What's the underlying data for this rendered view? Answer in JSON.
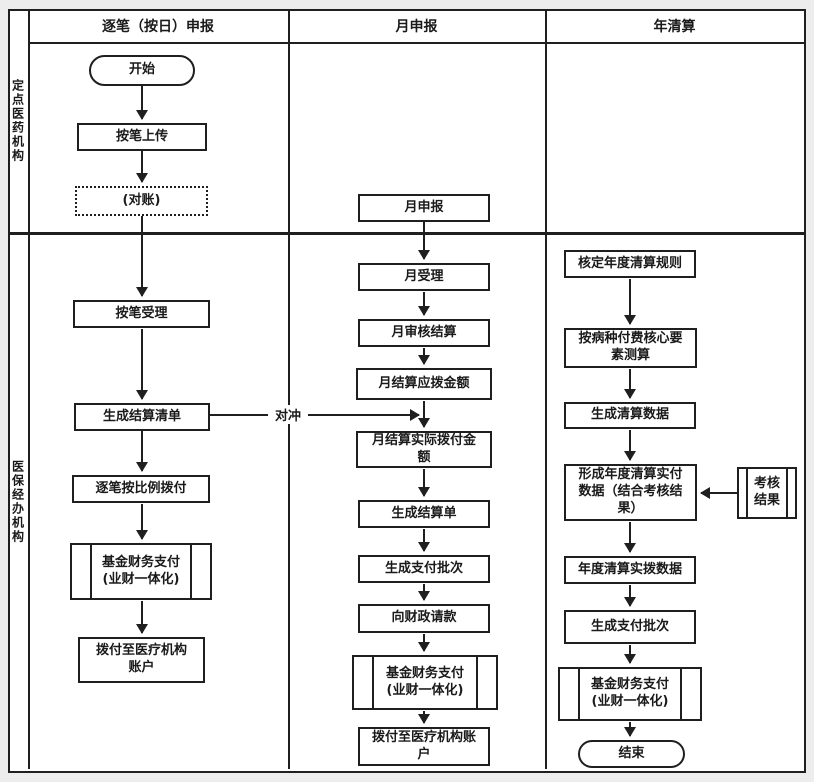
{
  "page": {
    "background": "#ededed",
    "line_color": "#1f1f1f"
  },
  "lanes": [
    {
      "label": "定点医药机构"
    },
    {
      "label": "医保经办机构"
    }
  ],
  "columns": [
    {
      "title": "逐笔（按日）申报"
    },
    {
      "title": "月申报"
    },
    {
      "title": "年清算"
    }
  ],
  "nodes": {
    "c1_start": "开始",
    "c1_upload": "按笔上传",
    "c1_reconcile": "(对账)",
    "c1_accept": "按笔受理",
    "c1_list": "生成结算清单",
    "c1_ratio": "逐笔按比例拨付",
    "c1_fund": "基金财务支付\n(业财一体化)",
    "c1_pay": "拨付至医疗机构\n账户",
    "c2_declare": "月申报",
    "c2_accept": "月受理",
    "c2_audit": "月审核结算",
    "c2_due": "月结算应拨金额",
    "c2_actual": "月结算实际拨付金\n额",
    "c2_bill": "生成结算单",
    "c2_batch": "生成支付批次",
    "c2_request": "向财政请款",
    "c2_fund": "基金财务支付\n(业财一体化)",
    "c2_pay": "拨付至医疗机构账\n户",
    "c3_rule": "核定年度清算规则",
    "c3_calc": "按病种付费核心要\n素测算",
    "c3_data": "生成清算数据",
    "c3_form": "形成年度清算实付\n数据（结合考核结\n果）",
    "c3_assess": "考核\n结果",
    "c3_actual": "年度清算实拨数据",
    "c3_batch": "生成支付批次",
    "c3_fund": "基金财务支付\n(业财一体化)",
    "c3_end": "结束"
  },
  "connector_labels": {
    "offset": "对冲"
  }
}
